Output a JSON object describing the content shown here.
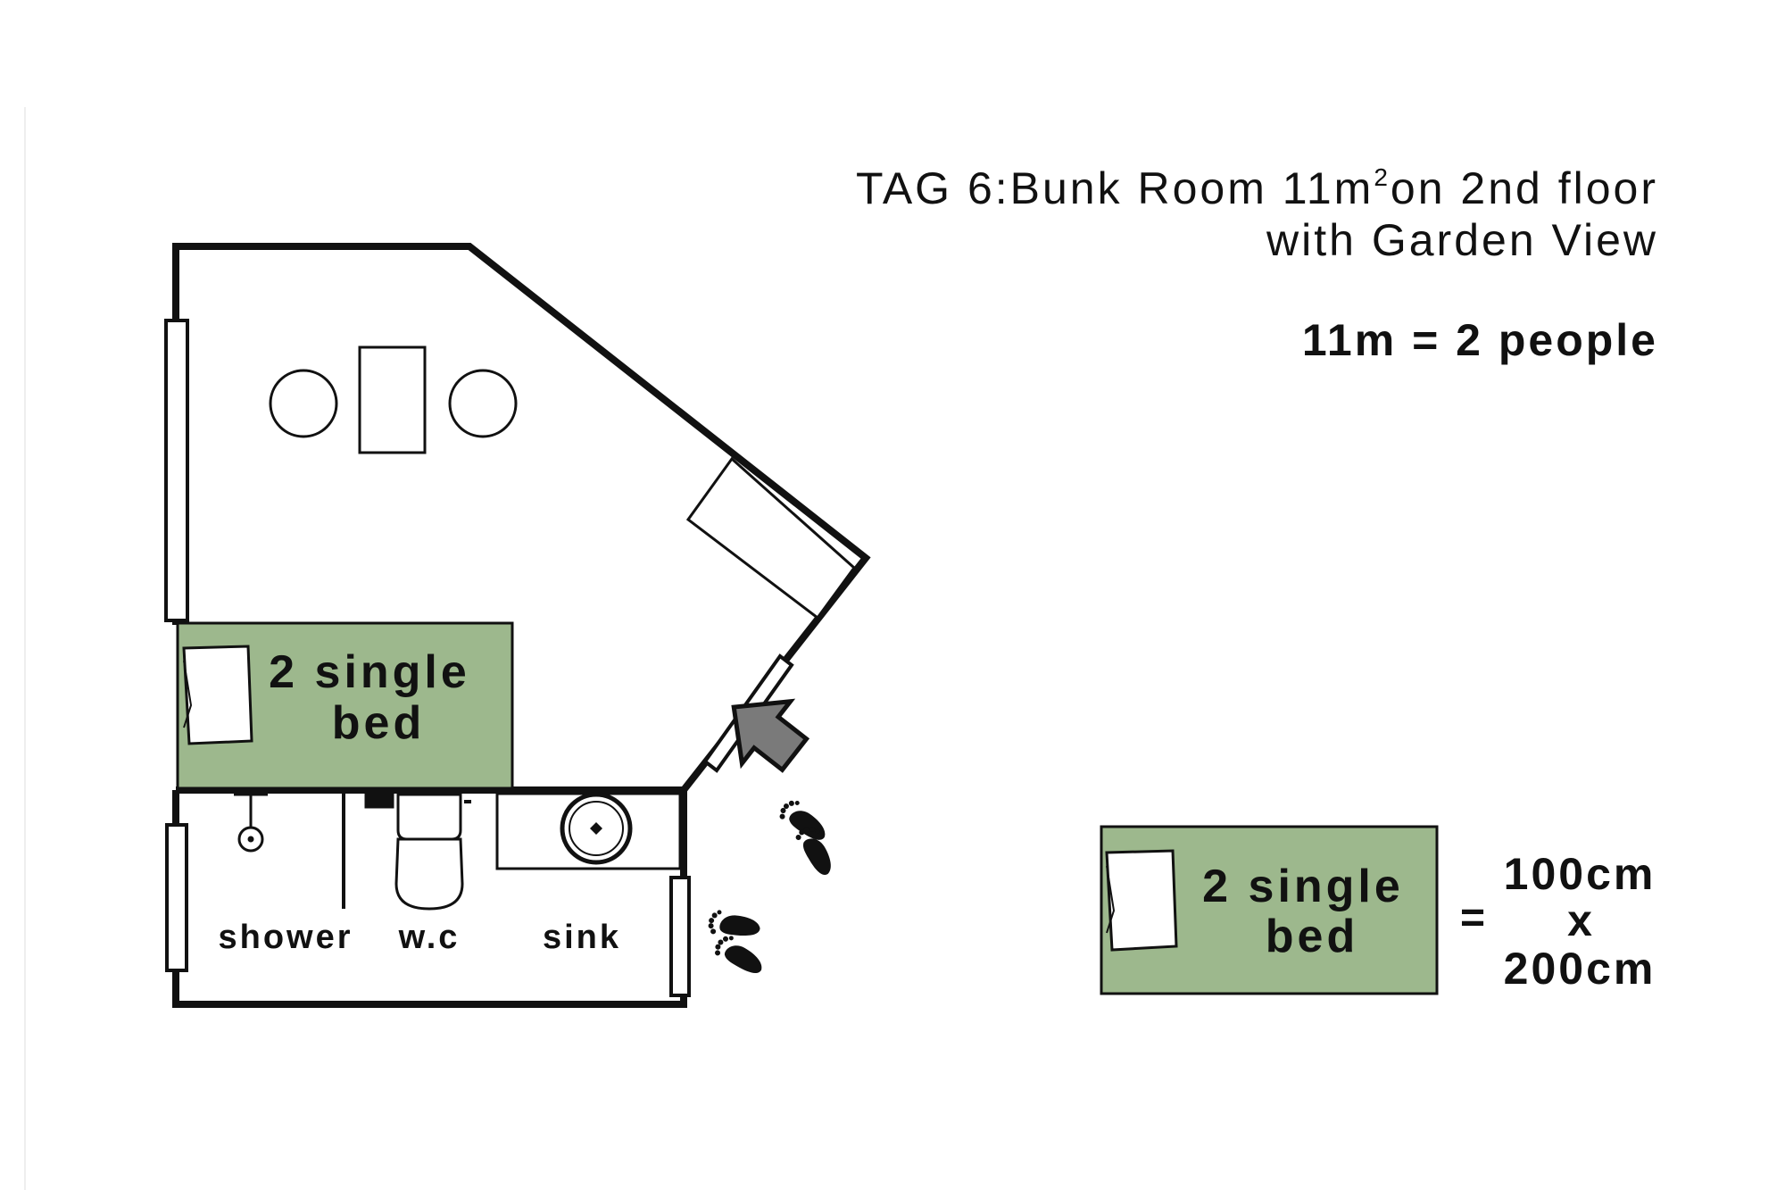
{
  "title": {
    "line1_prefix": "TAG 6:Bunk Room 11m",
    "line1_sup": "2",
    "line1_suffix": "on 2nd floor",
    "line2": "with Garden View"
  },
  "capacity": "11m = 2 people",
  "plan": {
    "bed_label_line1": "2 single",
    "bed_label_line2": "bed",
    "shower_label": "shower",
    "wc_label": "w.c",
    "sink_label": "sink"
  },
  "legend": {
    "bed_label_line1": "2 single",
    "bed_label_line2": "bed",
    "equals": "=",
    "size_line1": "100cm",
    "size_line2": "x",
    "size_line3": "200cm"
  },
  "colors": {
    "bed_fill": "#9db88d",
    "wall": "#111111",
    "arrow": "#7a7a7a"
  },
  "icons": [
    "entrance-arrow-icon",
    "footprints-icon",
    "pillow-icon",
    "toilet-icon",
    "sink-basin-icon",
    "shower-head-icon"
  ]
}
